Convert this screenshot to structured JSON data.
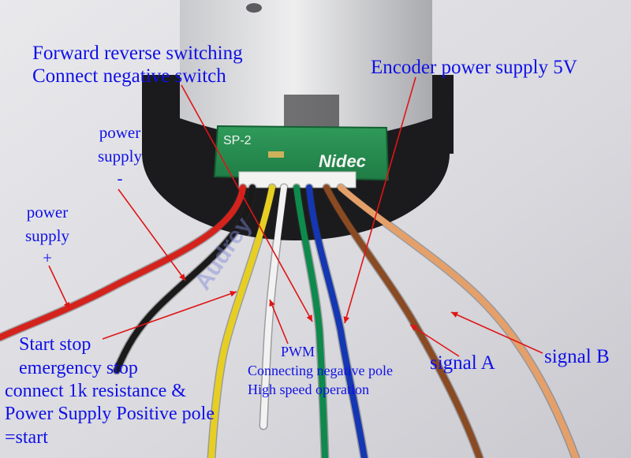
{
  "image": {
    "subject": "Brushless motor with encoder board and 8 colored wires",
    "watermark": "Audrey",
    "board_silkscreen": "SP-2",
    "board_logo": "Nidec",
    "annotation_color": "#1010e6",
    "arrow_color": "#e01515"
  },
  "labels": {
    "fwd_rev_line1": "Forward  reverse switching",
    "fwd_rev_line2": "Connect negative switch",
    "encoder_power": "Encoder power supply 5V",
    "power_minus_line1": "power",
    "power_minus_line2": "supply",
    "power_minus_line3": "-",
    "power_plus_line1": "power",
    "power_plus_line2": "supply",
    "power_plus_line3": "+",
    "start_stop_line1": "Start stop",
    "start_stop_line2": "emergency stop",
    "start_stop_line3": "connect 1k resistance &",
    "start_stop_line4": "Power Supply Positive pole",
    "start_stop_line5": "=start",
    "pwm_line1": "PWM",
    "pwm_line2": "Connecting negative pole",
    "pwm_line3": "High speed operation",
    "signal_a": "signal A",
    "signal_b": "signal B"
  },
  "wires": [
    {
      "name": "red",
      "color": "#d4231c"
    },
    {
      "name": "black",
      "color": "#1a1a1a"
    },
    {
      "name": "yellow",
      "color": "#e6cf22"
    },
    {
      "name": "white",
      "color": "#f2f2f2"
    },
    {
      "name": "green",
      "color": "#0d8a4c"
    },
    {
      "name": "blue",
      "color": "#1537b3"
    },
    {
      "name": "brown",
      "color": "#8a4a22"
    },
    {
      "name": "orange",
      "color": "#e5a06a"
    }
  ]
}
